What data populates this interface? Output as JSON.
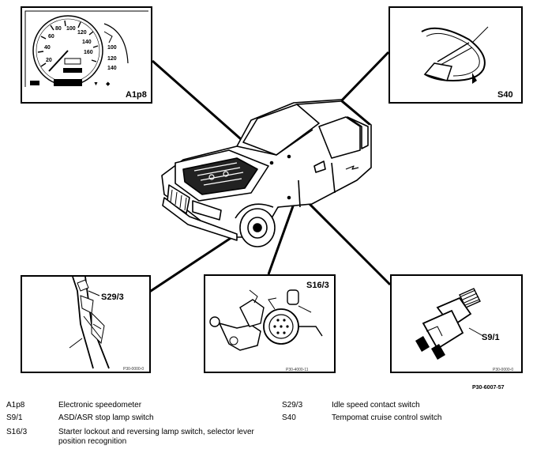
{
  "panels": {
    "speedometer": {
      "tag": "A1p8"
    },
    "steering": {
      "tag": "S40"
    },
    "idle_switch": {
      "tag": "S29/3",
      "part_no": "P30-0000-0"
    },
    "starter_lockout": {
      "tag": "S16/3",
      "part_no": "P30-4000-11"
    },
    "stop_lamp": {
      "tag": "S9/1",
      "part_no": "P30-0000-0"
    }
  },
  "figure_number": "P30-6007-57",
  "legend": [
    {
      "code": "A1p8",
      "text": "Electronic speedometer"
    },
    {
      "code": "S9/1",
      "text": "ASD/ASR stop lamp switch"
    },
    {
      "code": "S16/3",
      "text": "Starter lockout and reversing lamp switch, selector lever position recognition"
    },
    {
      "code": "S29/3",
      "text": "Idle speed contact switch"
    },
    {
      "code": "S40",
      "text": "Tempomat cruise control switch"
    }
  ]
}
